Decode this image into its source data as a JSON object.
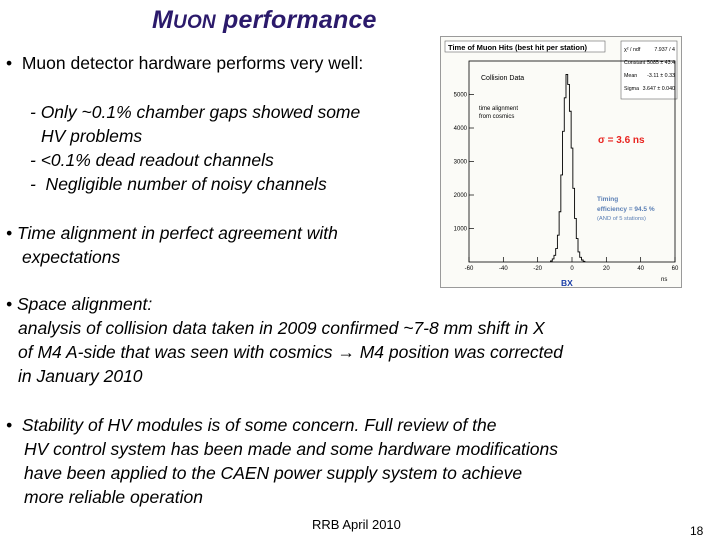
{
  "title": {
    "first_letter": "M",
    "rest_caps": "UON",
    "rest": " performance"
  },
  "bullets": {
    "b1_line": "•  Muon detector hardware performs very well:",
    "b1_sub1": "- Only ~0.1% chamber gaps showed some",
    "b1_sub1b": "HV problems",
    "b1_sub2": "- <0.1% dead readout channels",
    "b1_sub3": "-  Negligible number of noisy channels",
    "b2_line1": "• Time alignment in perfect agreement with",
    "b2_line2": "expectations",
    "b3_line1": "• Space alignment:",
    "b3_line2": "analysis of collision data taken in 2009 confirmed ~7-8 mm shift in X",
    "b3_line3_a": "of M4 A-side that was seen with cosmics ",
    "b3_arrow": "→",
    "b3_line3_b": " M4 position was corrected",
    "b3_line4": "in January 2010",
    "b4_line1": "•  Stability of HV modules is of some concern. Full review of the",
    "b4_line2": "HV control system has been made and some hardware modifications",
    "b4_line3": "have been applied to the CAEN power supply system to achieve",
    "b4_line4": "more reliable operation"
  },
  "footer": {
    "center": "RRB April 2010",
    "page": "18"
  },
  "figure": {
    "title": "Time of Muon Hits (best hit per station)",
    "stats": [
      {
        "label": "χ² / ndf",
        "value": "7.937 / 4"
      },
      {
        "label": "Constant",
        "value": "5085 ± 43.4"
      },
      {
        "label": "Mean",
        "value": "-3.11 ± 0.33"
      },
      {
        "label": "Sigma",
        "value": "3.647 ± 0.040"
      }
    ],
    "annotations": {
      "collision": "Collision Data",
      "align1": "time alignment",
      "align2": "from cosmics",
      "sigma": "σ = 3.6 ns",
      "timing1": "Timing",
      "timing2": "efficiency = 94.5 %",
      "timing3": "(AND of 5 stations)"
    },
    "xaxis_unit": "ns",
    "xaxis_label": "BX",
    "colors": {
      "curve": "#000000",
      "sigma": "#e8231f",
      "timing": "#5b7fb5",
      "bx": "#1b3ea8"
    }
  },
  "chart_data": {
    "type": "bar",
    "title": "Time of Muon Hits (best hit per station)",
    "xlabel": "ns",
    "ylabel": "",
    "xlim": [
      -60,
      60
    ],
    "ylim": [
      0,
      6000
    ],
    "xticks": [
      -60,
      -40,
      -20,
      0,
      20,
      40,
      60
    ],
    "yticks": [
      1000,
      2000,
      3000,
      4000,
      5000
    ],
    "grid": false,
    "x": [
      -12,
      -11,
      -10,
      -9,
      -8,
      -7,
      -6,
      -5,
      -4,
      -3,
      -2,
      -1,
      0,
      1,
      2,
      3,
      4,
      5,
      6,
      7
    ],
    "values": [
      30,
      90,
      200,
      400,
      800,
      1500,
      2600,
      3900,
      4900,
      5600,
      5300,
      4500,
      3400,
      2200,
      1300,
      700,
      300,
      140,
      60,
      20
    ]
  }
}
